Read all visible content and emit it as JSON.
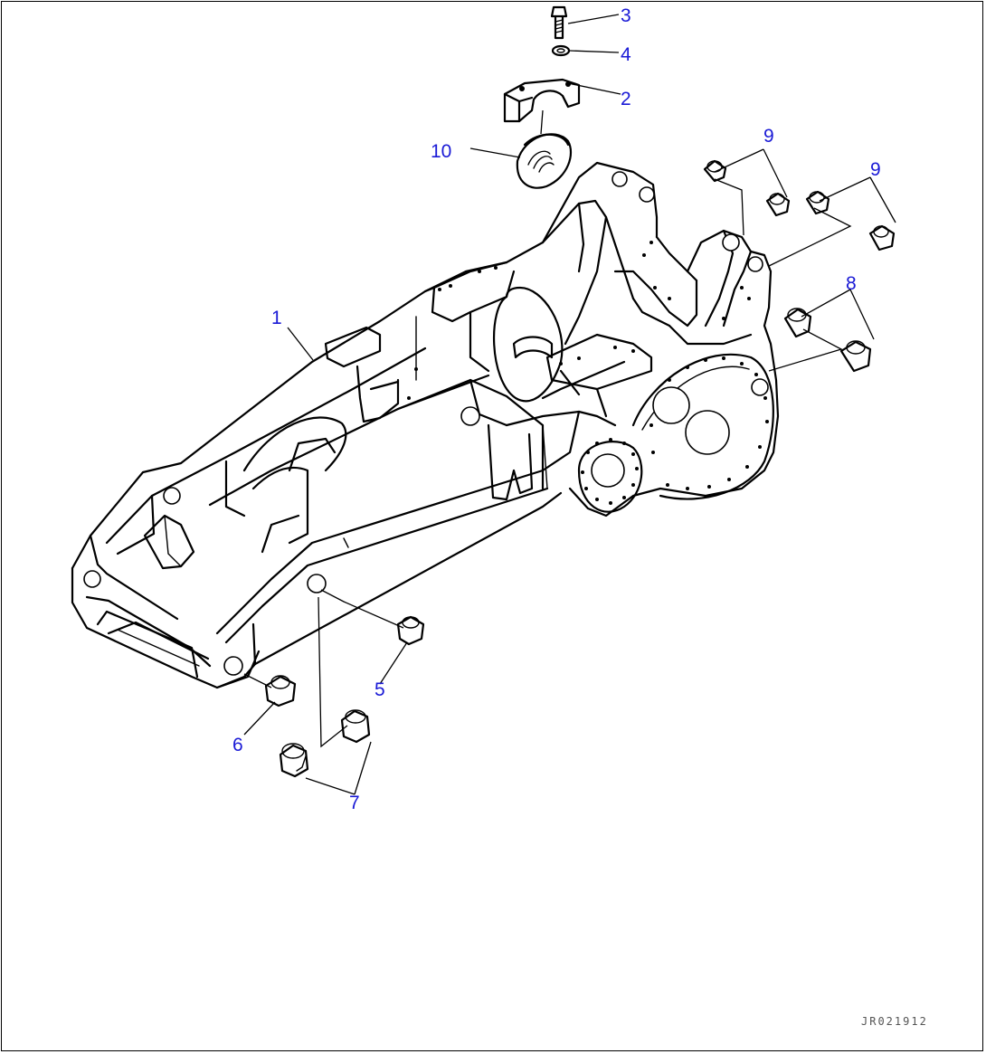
{
  "callouts": [
    {
      "id": "1",
      "label": "1"
    },
    {
      "id": "2",
      "label": "2"
    },
    {
      "id": "3",
      "label": "3"
    },
    {
      "id": "4",
      "label": "4"
    },
    {
      "id": "5",
      "label": "5"
    },
    {
      "id": "6",
      "label": "6"
    },
    {
      "id": "7",
      "label": "7"
    },
    {
      "id": "8",
      "label": "8"
    },
    {
      "id": "9a",
      "label": "9"
    },
    {
      "id": "9b",
      "label": "9"
    },
    {
      "id": "10",
      "label": "10"
    }
  ],
  "drawing_code": "JR021912"
}
